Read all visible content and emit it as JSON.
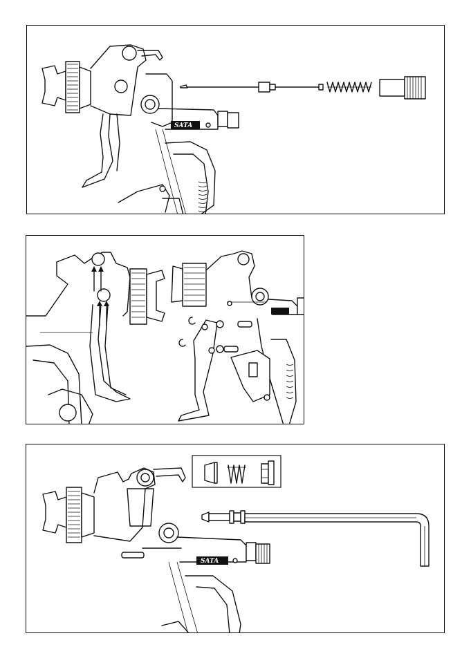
{
  "brand_badge": {
    "text": "SATA",
    "color": "#111111"
  },
  "colors": {
    "line": "#111111",
    "background": "#ffffff"
  },
  "panels": [
    {
      "id": "panel-1",
      "content": "spray-gun-with-needle-spring-and-adjustment-knob-removed"
    },
    {
      "id": "panel-2",
      "content": "trigger-removal-arrows-and-exploded-trigger-parts"
    },
    {
      "id": "panel-3",
      "content": "spray-gun-with-seal-spring-kit-and-hex-key"
    }
  ]
}
